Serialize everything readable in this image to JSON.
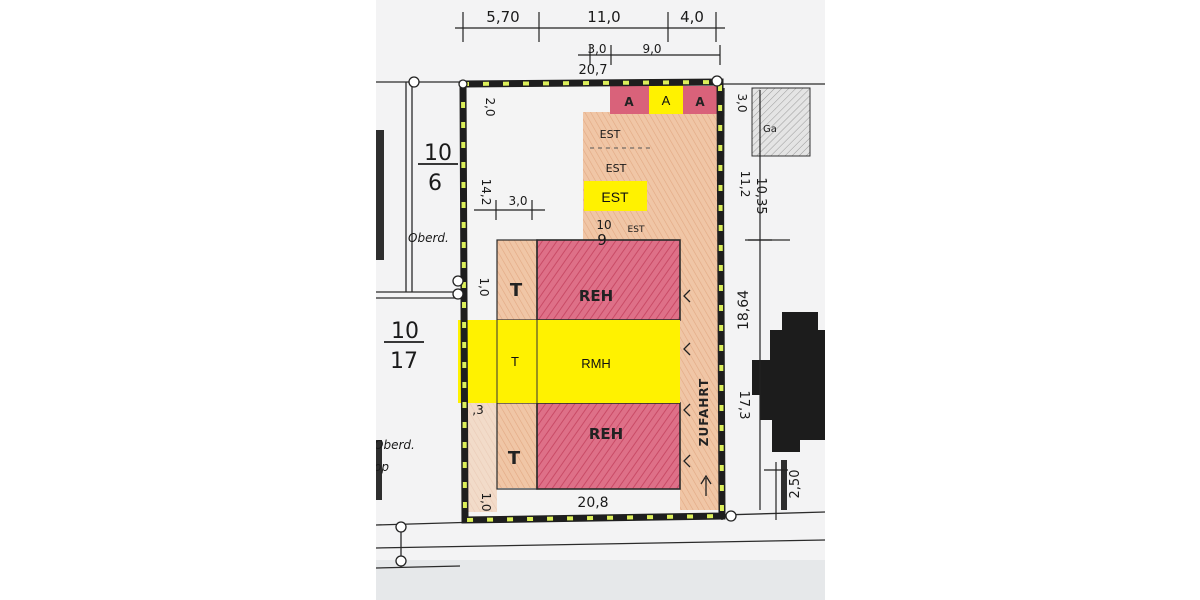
{
  "dimensions_top": {
    "left_segment": "5,70",
    "middle_segment": "11,0",
    "right_segment": "4,0",
    "sub_left": "3,0",
    "sub_right": "9,0",
    "overall_width": "20,7"
  },
  "dimensions_side": {
    "top_offset": "2,0",
    "left_depth": "14,2",
    "inner_offset": "3,0",
    "gap_small": "1,0",
    "bottom_left": ",3",
    "bottom_gap": "1,0",
    "bottom_width": "20,8",
    "right_upper_a": "11,2",
    "right_upper_b": "10,35",
    "right_top": "3,0",
    "right_middle": "18,64",
    "right_lower": "17,3",
    "right_bottom": "2,50"
  },
  "parcels": {
    "upper_num": "10",
    "upper_den": "6",
    "lower_num": "10",
    "lower_den": "17",
    "upper_note": "Oberd.",
    "lower_note_1": "Oberd.",
    "lower_note_2": "op",
    "garage_label": "Ga",
    "parcel_nine": "9",
    "parcel_ten_partial": "10"
  },
  "labels": {
    "a_left": "A",
    "a_center": "A",
    "a_right": "A",
    "est_1": "EST",
    "est_2": "EST",
    "est_highlight": "EST",
    "est_4": "EST",
    "t_upper": "T",
    "t_middle": "T",
    "t_lower": "T",
    "reh_upper": "REH",
    "rmh": "RMH",
    "reh_lower": "REH",
    "driveway": "ZUFAHRT"
  },
  "colors": {
    "sticker_yellow": "#fff200",
    "house_red": "#d9627a",
    "orange_hatch": "#eab896",
    "boundary_black": "#1e1e1e",
    "boundary_yellow": "#dcef5a",
    "paper": "#f3f3f4"
  }
}
